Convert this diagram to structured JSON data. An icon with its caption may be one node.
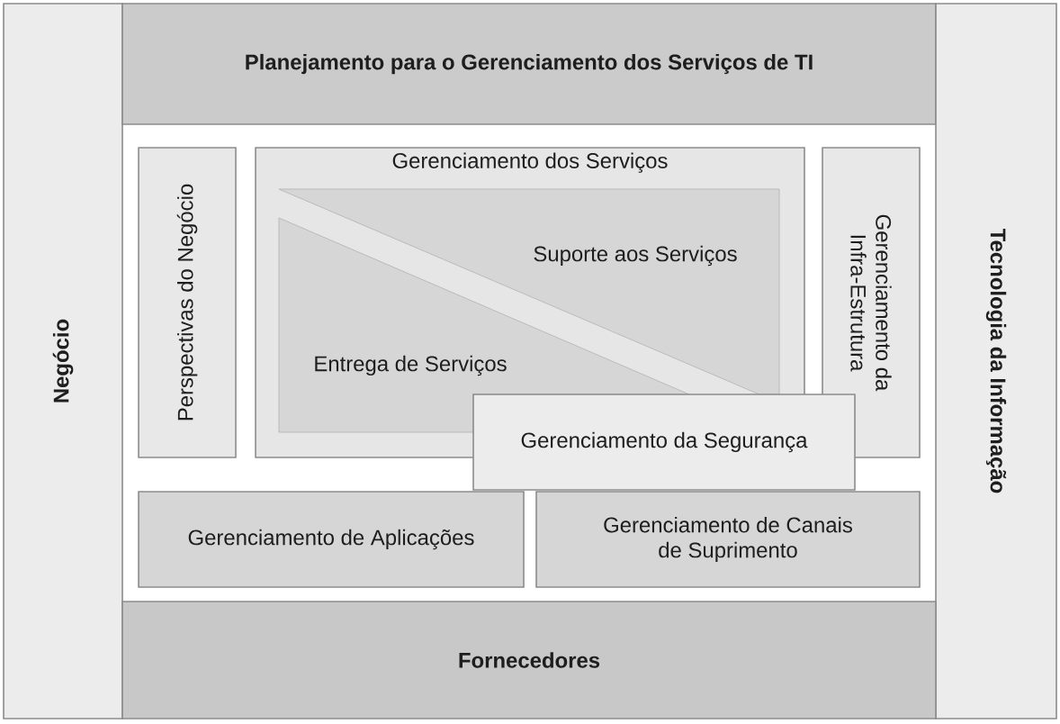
{
  "diagram": {
    "nodes": [
      {
        "text": [
          "Negócio"
        ]
      },
      {
        "text": [
          "Planejamento para o Gerenciamento dos Serviços de TI"
        ]
      },
      {
        "text": [
          "Tecnologia da Informação"
        ]
      },
      {
        "text": [
          "Perspectivas do Negócio"
        ]
      },
      {
        "text": [
          "Gerenciamento dos Serviços"
        ]
      },
      {
        "text": [
          "Suporte aos Serviços"
        ],
        "in": 4
      },
      {
        "text": [
          "Entrega de Serviços"
        ],
        "in": 4
      },
      {
        "text": [
          "Gerenciamento da Infra-Estrutura"
        ]
      },
      {
        "text": [
          "Gerenciamento da Segurança"
        ]
      },
      {
        "text": [
          "Gerenciamento de Aplicações"
        ]
      },
      {
        "text": [
          "Gerenciamento de Canais de Suprimento"
        ]
      },
      {
        "text": [
          "Fornecedores"
        ]
      }
    ]
  }
}
